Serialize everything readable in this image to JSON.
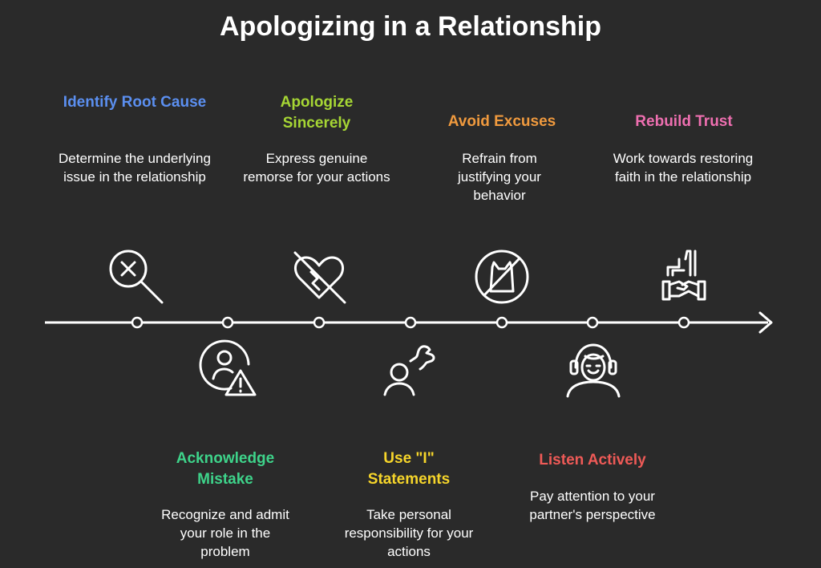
{
  "title": "Apologizing in a Relationship",
  "colors": {
    "background": "#2a2a2a",
    "line": "#ffffff",
    "blue": "#5b8ff0",
    "lime": "#a6d634",
    "orange": "#f09a3e",
    "pink": "#ee6fb0",
    "green": "#3ed38a",
    "yellow": "#f6d52a",
    "red": "#ee5a57"
  },
  "steps": [
    {
      "title": "Identify Root Cause",
      "description": "Determine the underlying issue in the relationship",
      "icon": "search-x-icon",
      "color": "#5b8ff0"
    },
    {
      "title": "Acknowledge Mistake",
      "description": "Recognize and admit your role in the problem",
      "icon": "user-warning-icon",
      "color": "#3ed38a"
    },
    {
      "title": "Apologize Sincerely",
      "description": "Express genuine remorse for your actions",
      "icon": "heart-off-icon",
      "color": "#a6d634"
    },
    {
      "title": "Use \"I\" Statements",
      "description": "Take personal responsibility for your actions",
      "icon": "person-speech-icon",
      "color": "#f6d52a"
    },
    {
      "title": "Avoid Excuses",
      "description": "Refrain from justifying your behavior",
      "icon": "no-bag-icon",
      "color": "#f09a3e"
    },
    {
      "title": "Listen Actively",
      "description": "Pay attention to your partner's perspective",
      "icon": "headphones-person-icon",
      "color": "#ee5a57"
    },
    {
      "title": "Rebuild Trust",
      "description": "Work towards restoring faith in the relationship",
      "icon": "handshake-icon",
      "color": "#ee6fb0"
    }
  ]
}
